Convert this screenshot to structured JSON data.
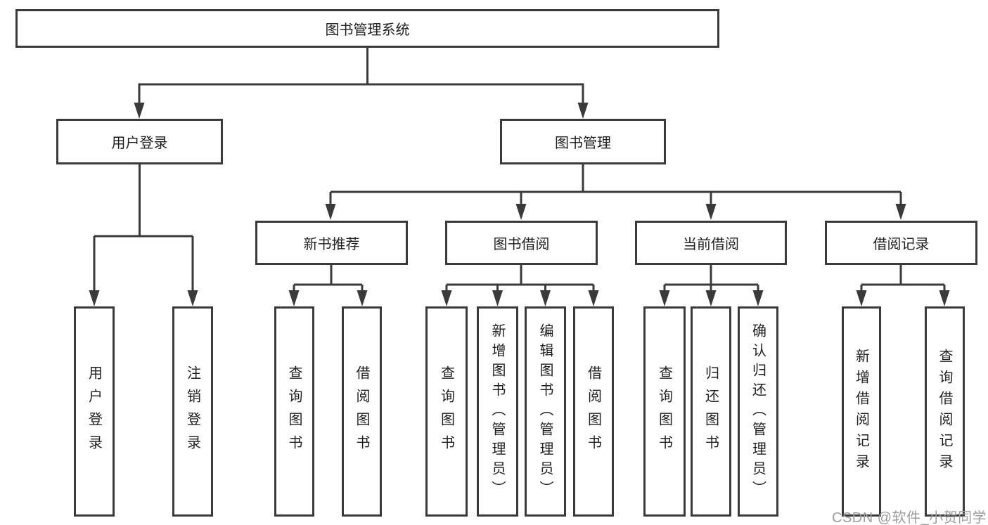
{
  "tree": {
    "root": {
      "label": "图书管理系统"
    },
    "children": [
      {
        "label": "用户登录",
        "children": [
          {
            "label": "用户登录"
          },
          {
            "label": "注销登录"
          }
        ]
      },
      {
        "label": "图书管理",
        "children": [
          {
            "label": "新书推荐",
            "children": [
              {
                "label": "查询图书"
              },
              {
                "label": "借阅图书"
              }
            ]
          },
          {
            "label": "图书借阅",
            "children": [
              {
                "label": "查询图书"
              },
              {
                "label": "新增图书（管理员）"
              },
              {
                "label": "编辑图书（管理员）"
              },
              {
                "label": "借阅图书"
              }
            ]
          },
          {
            "label": "当前借阅",
            "children": [
              {
                "label": "查询图书"
              },
              {
                "label": "归还图书"
              },
              {
                "label": "确认归还（管理员）"
              }
            ]
          },
          {
            "label": "借阅记录",
            "children": [
              {
                "label": "新增借阅记录"
              },
              {
                "label": "查询借阅记录"
              }
            ]
          }
        ]
      }
    ]
  },
  "watermark": {
    "text": "CSDN @软件_小贺同学"
  },
  "colors": {
    "line": "#3a3a3a",
    "text": "#1f1f1f",
    "box_fill": "#ffffff",
    "watermark": "#9d9d9d",
    "background": "#ffffff"
  }
}
